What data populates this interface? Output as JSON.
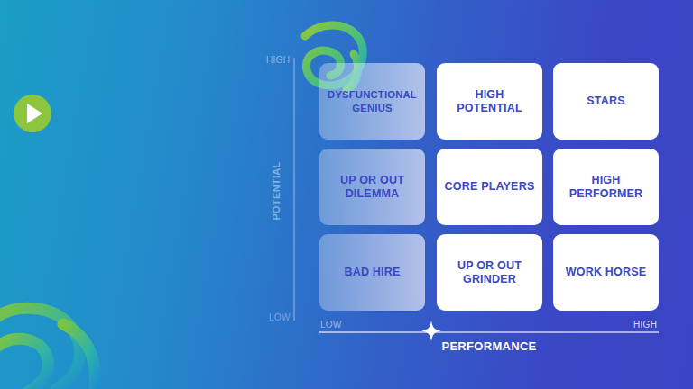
{
  "diagram": {
    "nodes": [
      {
        "text": [
          "DYSFUNCTIONAL GENIUS"
        ]
      },
      {
        "text": [
          "HIGH POTENTIAL"
        ]
      },
      {
        "text": [
          "STARS"
        ]
      },
      {
        "text": [
          "UP OR OUT DILEMMA"
        ]
      },
      {
        "text": [
          "CORE PLAYERS"
        ]
      },
      {
        "text": [
          "HIGH PERFORMER"
        ]
      },
      {
        "text": [
          "BAD HIRE"
        ]
      },
      {
        "text": [
          "UP OR OUT GRINDER"
        ]
      },
      {
        "text": [
          "WORK HORSE"
        ]
      }
    ],
    "labels": [
      "HIGH",
      "LOW",
      "POTENTIAL",
      "LOW",
      "HIGH",
      "PERFORMANCE"
    ]
  }
}
